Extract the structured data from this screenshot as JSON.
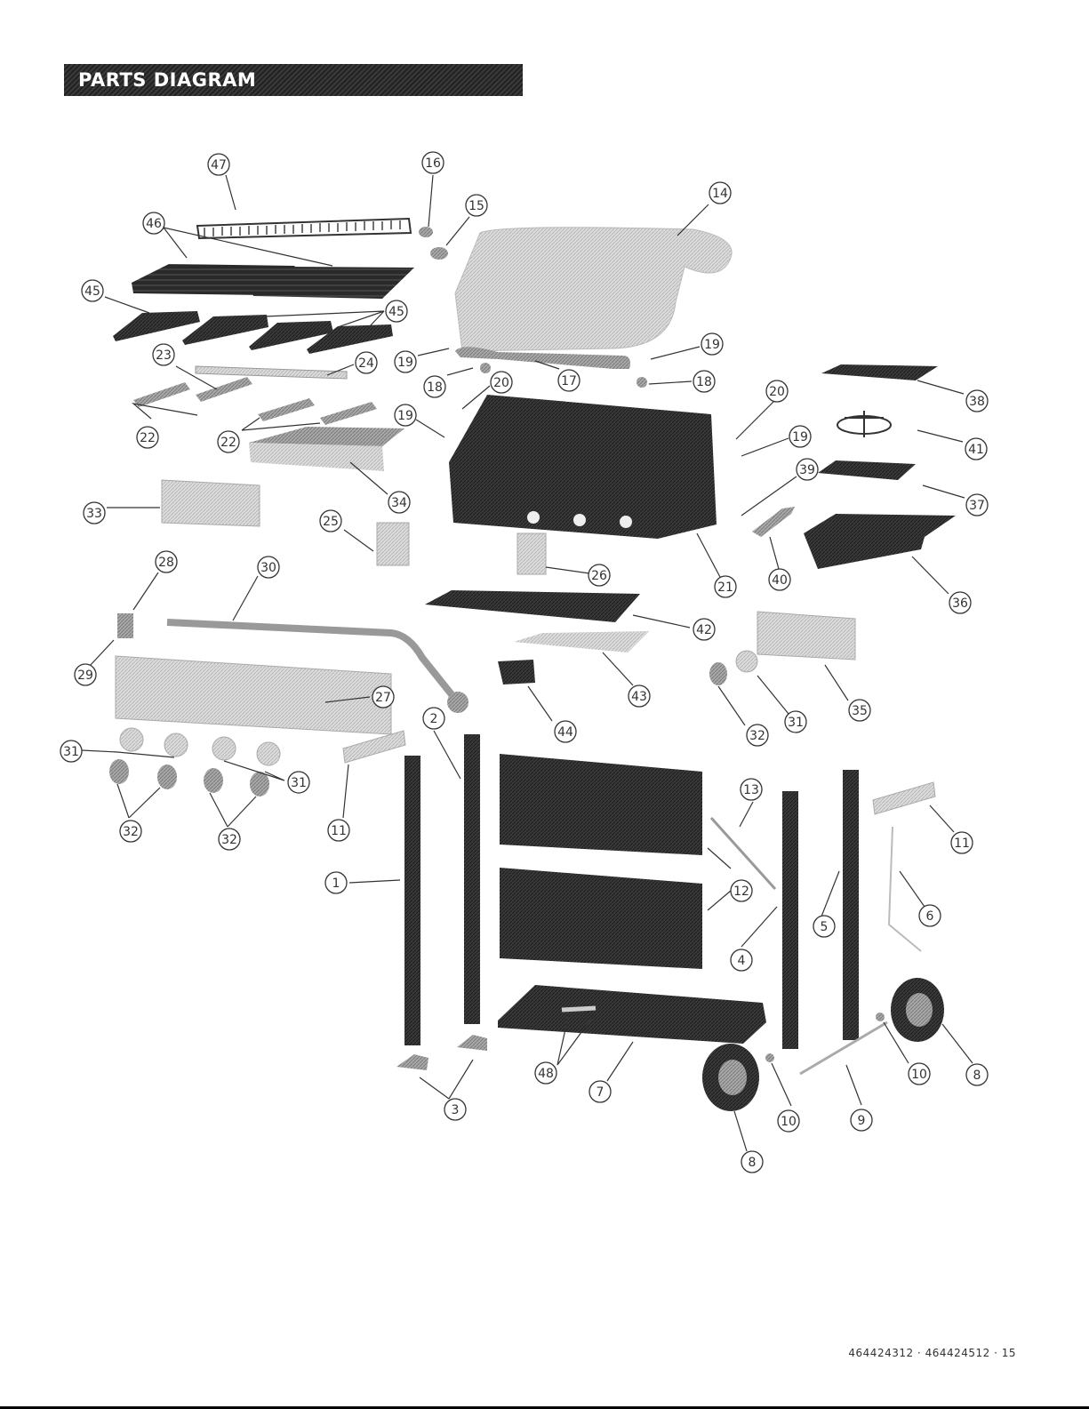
{
  "header": {
    "title": "PARTS DIAGRAM"
  },
  "footer": {
    "text": "464424312 · 464424512 · 15"
  },
  "colors": {
    "header_bg": "#2b2b2b",
    "part_dark": "#2e2e2e",
    "part_light": "#d6d6d6",
    "part_mid": "#9a9a9a"
  },
  "callouts": [
    {
      "id": "c47",
      "label": "47"
    },
    {
      "id": "c16",
      "label": "16"
    },
    {
      "id": "c15",
      "label": "15"
    },
    {
      "id": "c14",
      "label": "14"
    },
    {
      "id": "c46",
      "label": "46"
    },
    {
      "id": "c45a",
      "label": "45"
    },
    {
      "id": "c45b",
      "label": "45"
    },
    {
      "id": "c23",
      "label": "23"
    },
    {
      "id": "c24",
      "label": "24"
    },
    {
      "id": "c19a",
      "label": "19"
    },
    {
      "id": "c19b",
      "label": "19"
    },
    {
      "id": "c17",
      "label": "17"
    },
    {
      "id": "c18a",
      "label": "18"
    },
    {
      "id": "c18b",
      "label": "18"
    },
    {
      "id": "c20a",
      "label": "20"
    },
    {
      "id": "c20b",
      "label": "20"
    },
    {
      "id": "c19c",
      "label": "19"
    },
    {
      "id": "c19d",
      "label": "19"
    },
    {
      "id": "c38",
      "label": "38"
    },
    {
      "id": "c41",
      "label": "41"
    },
    {
      "id": "c22a",
      "label": "22"
    },
    {
      "id": "c22b",
      "label": "22"
    },
    {
      "id": "c39",
      "label": "39"
    },
    {
      "id": "c37",
      "label": "37"
    },
    {
      "id": "c33",
      "label": "33"
    },
    {
      "id": "c34",
      "label": "34"
    },
    {
      "id": "c25",
      "label": "25"
    },
    {
      "id": "c28",
      "label": "28"
    },
    {
      "id": "c30",
      "label": "30"
    },
    {
      "id": "c26",
      "label": "26"
    },
    {
      "id": "c21",
      "label": "21"
    },
    {
      "id": "c40",
      "label": "40"
    },
    {
      "id": "c36",
      "label": "36"
    },
    {
      "id": "c42",
      "label": "42"
    },
    {
      "id": "c29",
      "label": "29"
    },
    {
      "id": "c27",
      "label": "27"
    },
    {
      "id": "c43",
      "label": "43"
    },
    {
      "id": "c35",
      "label": "35"
    },
    {
      "id": "c31a",
      "label": "31"
    },
    {
      "id": "c32a",
      "label": "32"
    },
    {
      "id": "c2",
      "label": "2"
    },
    {
      "id": "c44",
      "label": "44"
    },
    {
      "id": "c31b",
      "label": "31"
    },
    {
      "id": "c31c",
      "label": "31"
    },
    {
      "id": "c32b",
      "label": "32"
    },
    {
      "id": "c32c",
      "label": "32"
    },
    {
      "id": "c11a",
      "label": "11"
    },
    {
      "id": "c13",
      "label": "13"
    },
    {
      "id": "c11b",
      "label": "11"
    },
    {
      "id": "c1",
      "label": "1"
    },
    {
      "id": "c12",
      "label": "12"
    },
    {
      "id": "c6",
      "label": "6"
    },
    {
      "id": "c5",
      "label": "5"
    },
    {
      "id": "c4",
      "label": "4"
    },
    {
      "id": "c48",
      "label": "48"
    },
    {
      "id": "c7",
      "label": "7"
    },
    {
      "id": "c10a",
      "label": "10"
    },
    {
      "id": "c10b",
      "label": "10"
    },
    {
      "id": "c8a",
      "label": "8"
    },
    {
      "id": "c3",
      "label": "3"
    },
    {
      "id": "c9",
      "label": "9"
    },
    {
      "id": "c8b",
      "label": "8"
    }
  ]
}
